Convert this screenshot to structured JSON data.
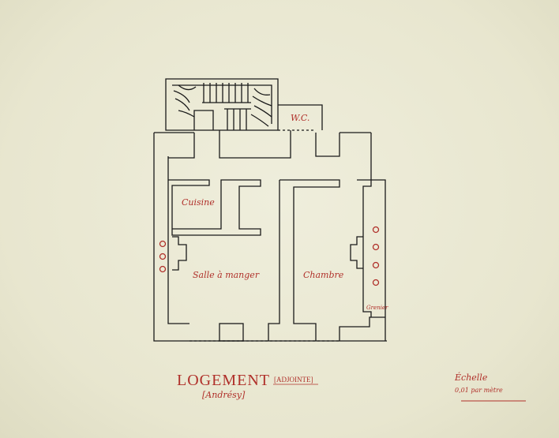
{
  "labels": {
    "wc": "W.C.",
    "cuisine": "Cuisine",
    "salle": "Salle à manger",
    "chambre": "Chambre",
    "grenier": "Grenier"
  },
  "title": {
    "main": "LOGEMENT",
    "sub": "[ADJOINTE]",
    "place": "[Andrésy]"
  },
  "scale": {
    "label": "Échelle",
    "value": "0,01 par mètre"
  },
  "colors": {
    "ink": "#1a1a1a",
    "red": "#b0302a",
    "paper": "#ebe9d4"
  }
}
